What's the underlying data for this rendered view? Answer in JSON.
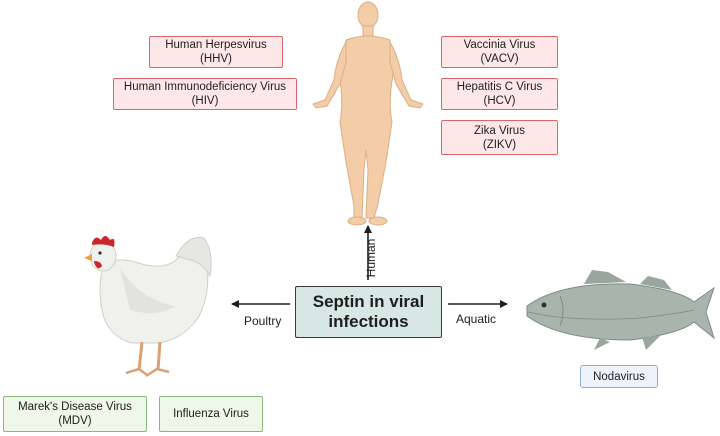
{
  "center": {
    "line1": "Septin in viral",
    "line2": "infections"
  },
  "branches": {
    "human": "Human",
    "poultry": "Poultry",
    "aquatic": "Aquatic"
  },
  "human_viruses": [
    {
      "name": "Human Herpesvirus",
      "abbr": "(HHV)"
    },
    {
      "name": "Human Immunodeficiency Virus",
      "abbr": "(HIV)"
    },
    {
      "name": "Vaccinia Virus",
      "abbr": "(VACV)"
    },
    {
      "name": "Hepatitis C Virus",
      "abbr": "(HCV)"
    },
    {
      "name": "Zika Virus",
      "abbr": "(ZIKV)"
    }
  ],
  "poultry_viruses": [
    {
      "name": "Marek's Disease Virus",
      "abbr": "(MDV)"
    },
    {
      "name": "Influenza Virus",
      "abbr": ""
    }
  ],
  "aquatic_viruses": [
    {
      "name": "Nodavirus",
      "abbr": ""
    }
  ],
  "colors": {
    "human_fill": "#fde7e8",
    "human_border": "#d9666c",
    "poultry_fill": "#eef7e9",
    "poultry_border": "#8ab977",
    "aquatic_fill": "#eef3fb",
    "aquatic_border": "#93acd3",
    "center_fill": "#d6e7e4"
  }
}
